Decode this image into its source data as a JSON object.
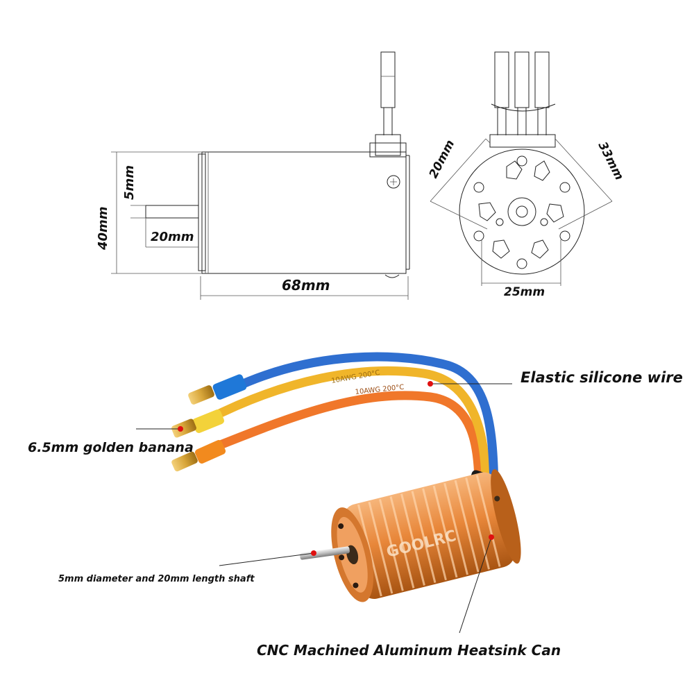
{
  "dimensions": {
    "shaft_diameter": "5mm",
    "shaft_length": "20mm",
    "body_diameter": "40mm",
    "body_length": "68mm",
    "mount_hole_angle_left": "20mm",
    "mount_hole_angle_right": "33mm",
    "mount_hole_spacing": "25mm"
  },
  "callouts": {
    "wire": "Elastic silicone  wire",
    "connector": "6.5mm golden banana",
    "shaft": "5mm diameter and 20mm length shaft",
    "can": "CNC Machined Aluminum Heatsink Can"
  },
  "product": {
    "brand_logo": "GOOLRC",
    "wire_print_1": "10AWG 200°C",
    "wire_print_2": "10AWG 200°C"
  },
  "colors": {
    "can_orange": "#e8873a",
    "wire_blue": "#2f6fd0",
    "wire_yellow": "#f0b52a",
    "wire_orange": "#f0772a",
    "sleeve_blue": "#1f78d8",
    "sleeve_yellow": "#f3d23a",
    "sleeve_orange": "#f28a1e",
    "gold": "#d8a63a",
    "marker_red": "#e01010"
  }
}
